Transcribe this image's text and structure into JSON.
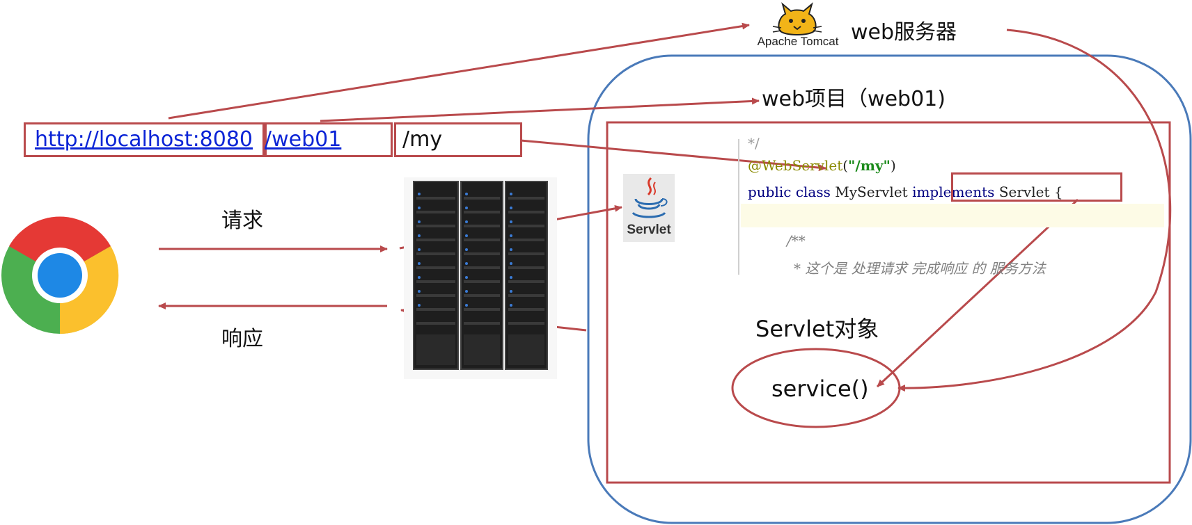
{
  "url": {
    "host_part": "http://localhost:8080",
    "project_part": "/web01",
    "path_part": "/my"
  },
  "tomcat": {
    "brand": "Apache Tomcat",
    "label": "web服务器"
  },
  "project_label": "web项目（web01)",
  "request_label": "请求",
  "response_label": "响应",
  "servlet_logo_text": "Servlet",
  "code": {
    "line0": "*/",
    "line1_anno": "@WebServlet",
    "line1_open": "(",
    "line1_str": "\"/my\"",
    "line1_close": ")",
    "line2_kw1": "public class",
    "line2_name": "MyServlet",
    "line2_kw2": "implements",
    "line2_iface": "Servlet",
    "line2_brace": "{",
    "line3_comment": "/**",
    "line4_comment": "* 这个是 处理请求   完成响应   的 服务方法"
  },
  "servlet_object_label": "Servlet对象",
  "service_label": "service()",
  "colors": {
    "arrow_red": "#b94a4c",
    "container_blue": "#4a7ab9",
    "link_blue": "#0b24d6"
  }
}
